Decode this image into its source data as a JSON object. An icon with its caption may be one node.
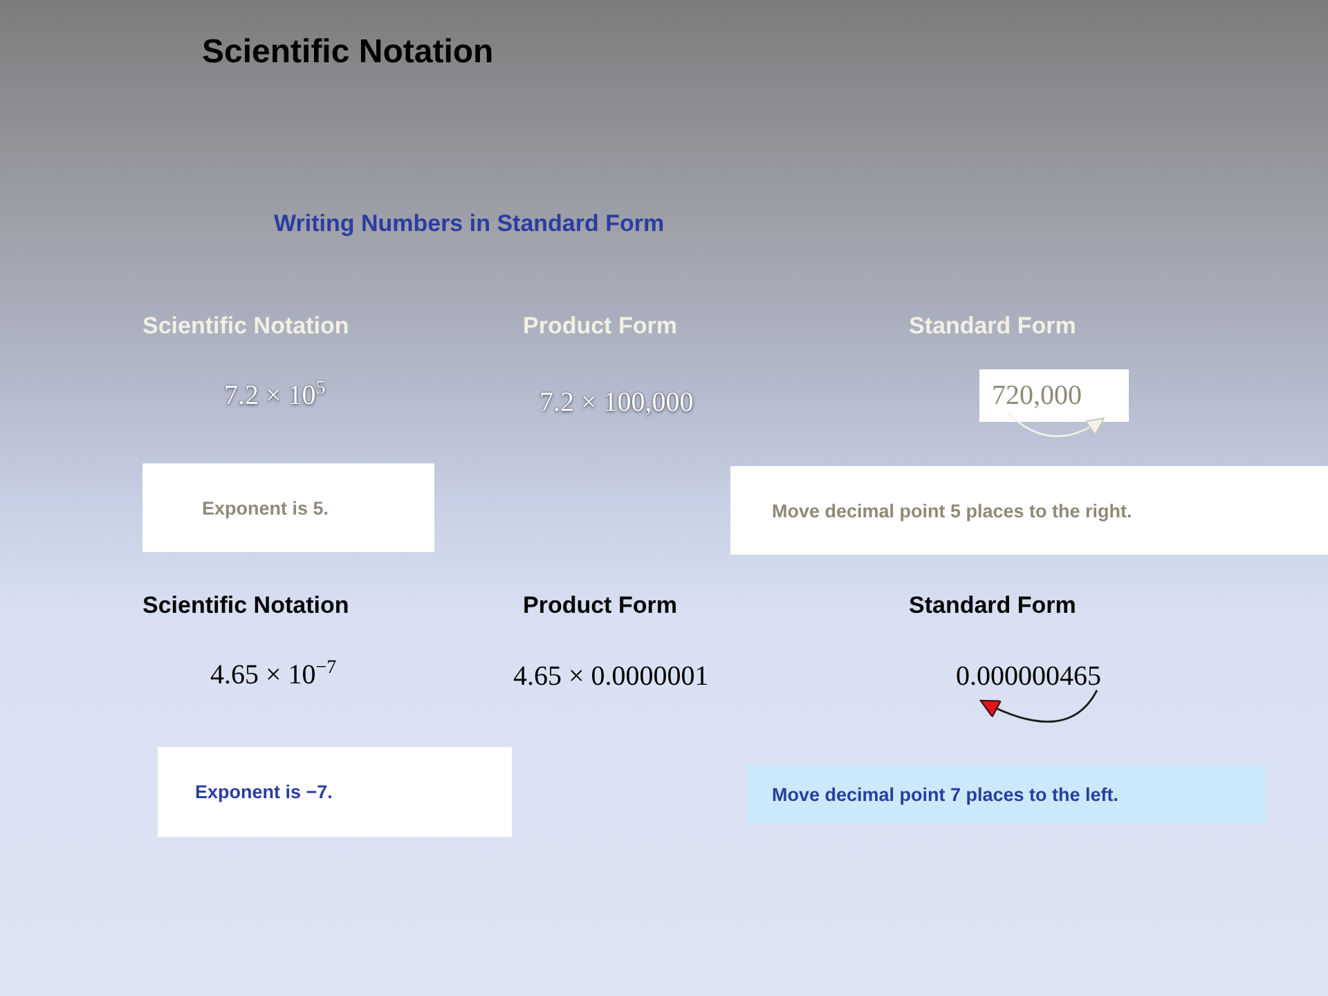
{
  "diagram": {
    "title": "Scientific Notation",
    "nodes": [
      {
        "text": [
          "720,000"
        ]
      },
      {
        "text": [
          "Exponent is 5."
        ]
      },
      {
        "text": [
          "Move decimal point 5 places to the right."
        ]
      },
      {
        "text": [
          "Exponent is −7."
        ]
      },
      {
        "text": [
          "Move decimal point 7 places to the left."
        ]
      }
    ],
    "labels": [
      "Writing Numbers in Standard Form",
      "Scientific Notation",
      "Product Form",
      "Standard Form",
      "7.2 × 10$^{5}$",
      "7.2 × 100,000",
      "Scientific Notation",
      "Product Form",
      "Standard Form",
      "4.65 × 10$^{−7}$",
      "4.65 × 0.0000001",
      "0.000000465"
    ]
  }
}
